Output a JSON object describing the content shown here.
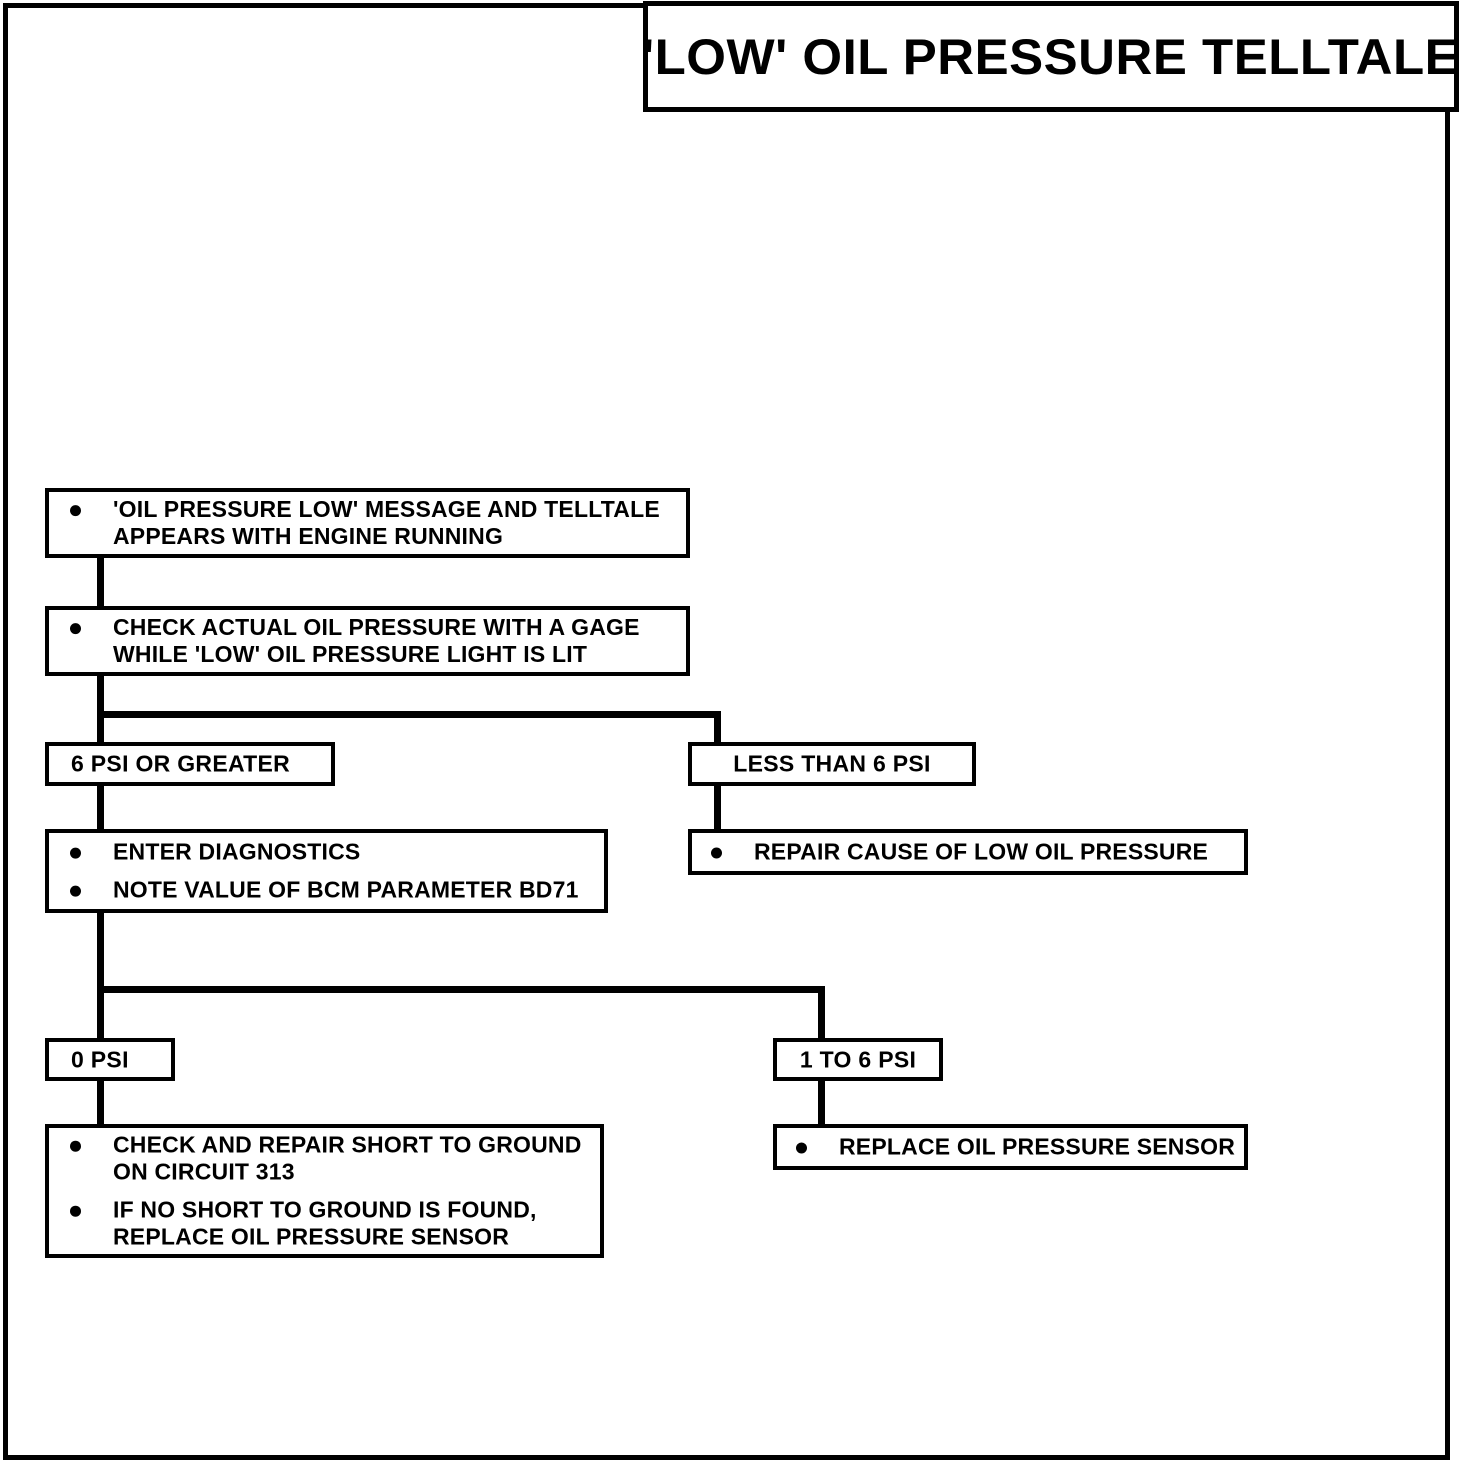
{
  "page": {
    "title": "'LOW' OIL PRESSURE TELLTALE",
    "frame_color": "#000000",
    "background_color": "#ffffff"
  },
  "flowchart": {
    "type": "diagnostic-flowchart",
    "nodes": [
      {
        "id": "symptom",
        "bullets": [
          "'OIL PRESSURE LOW' MESSAGE AND TELLTALE\nAPPEARS WITH ENGINE RUNNING"
        ]
      },
      {
        "id": "check-gage",
        "bullets": [
          "CHECK ACTUAL OIL PRESSURE WITH A GAGE\nWHILE 'LOW' OIL PRESSURE LIGHT IS LIT"
        ]
      },
      {
        "id": "six-or-greater",
        "label": "6 PSI OR GREATER"
      },
      {
        "id": "less-than-six",
        "label": "LESS THAN 6 PSI"
      },
      {
        "id": "enter-diagnostics",
        "bullets": [
          "ENTER DIAGNOSTICS",
          "NOTE VALUE OF BCM PARAMETER BD71"
        ]
      },
      {
        "id": "repair-cause",
        "bullets": [
          "REPAIR CAUSE OF LOW OIL PRESSURE"
        ]
      },
      {
        "id": "zero-psi",
        "label": "0 PSI"
      },
      {
        "id": "one-to-six-psi",
        "label": "1 TO 6 PSI"
      },
      {
        "id": "check-short",
        "bullets": [
          "CHECK AND REPAIR SHORT TO GROUND\nON CIRCUIT 313",
          "IF NO SHORT TO GROUND IS FOUND,\nREPLACE OIL PRESSURE SENSOR"
        ]
      },
      {
        "id": "replace-sensor",
        "bullets": [
          "REPLACE OIL PRESSURE SENSOR"
        ]
      }
    ]
  }
}
